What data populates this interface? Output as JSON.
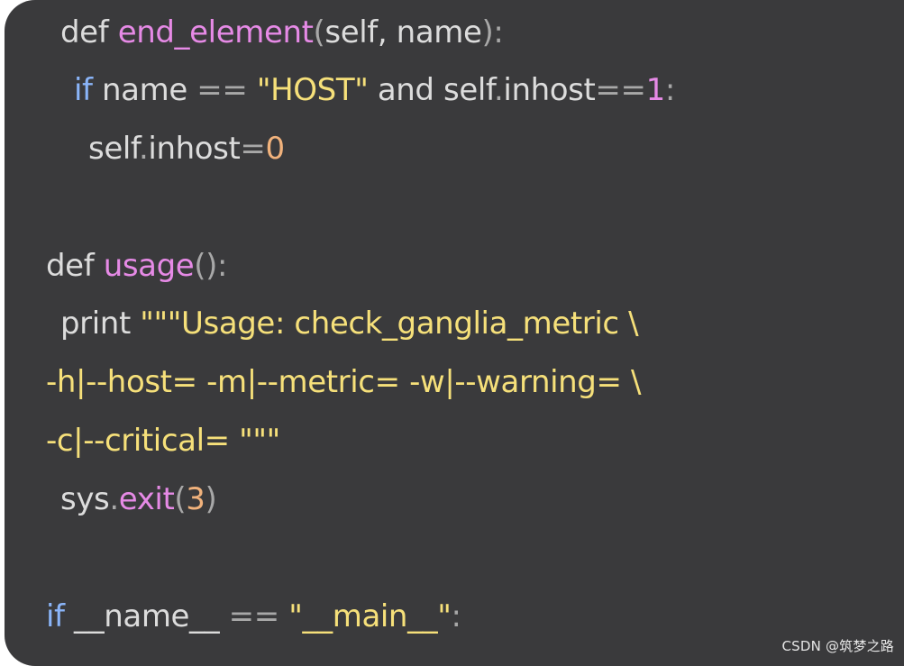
{
  "watermark": "CSDN @筑梦之路",
  "code_lines": [
    {
      "tokens": [
        {
          "t": "def ",
          "k": "plain"
        },
        {
          "t": "end_element",
          "k": "fn"
        },
        {
          "t": "(",
          "k": "punct"
        },
        {
          "t": "self, name",
          "k": "plain"
        },
        {
          "t": "):",
          "k": "punct"
        }
      ]
    },
    {
      "tokens": [
        {
          "t": "if",
          "k": "kw"
        },
        {
          "t": " name ",
          "k": "plain"
        },
        {
          "t": "==",
          "k": "op"
        },
        {
          "t": " ",
          "k": "plain"
        },
        {
          "t": "\"HOST\"",
          "k": "str"
        },
        {
          "t": " and self",
          "k": "plain"
        },
        {
          "t": ".",
          "k": "punct"
        },
        {
          "t": "inhost",
          "k": "plain"
        },
        {
          "t": "==",
          "k": "op"
        },
        {
          "t": "1",
          "k": "numpk"
        },
        {
          "t": ":",
          "k": "punct"
        }
      ]
    },
    {
      "tokens": [
        {
          "t": "self",
          "k": "plain"
        },
        {
          "t": ".",
          "k": "punct"
        },
        {
          "t": "inhost",
          "k": "plain"
        },
        {
          "t": "=",
          "k": "op"
        },
        {
          "t": "0",
          "k": "num"
        }
      ]
    },
    {
      "tokens": []
    },
    {
      "tokens": [
        {
          "t": "def ",
          "k": "plain"
        },
        {
          "t": "usage",
          "k": "fn"
        },
        {
          "t": "():",
          "k": "punct"
        }
      ]
    },
    {
      "tokens": [
        {
          "t": "print ",
          "k": "plain"
        },
        {
          "t": "\"\"\"Usage: check_ganglia_metric \\",
          "k": "str"
        }
      ]
    },
    {
      "tokens": [
        {
          "t": "-h|--host= -m|--metric= -w|--warning= \\",
          "k": "str"
        }
      ]
    },
    {
      "tokens": [
        {
          "t": "-c|--critical= \"\"\"",
          "k": "str"
        }
      ]
    },
    {
      "tokens": [
        {
          "t": "sys",
          "k": "plain"
        },
        {
          "t": ".",
          "k": "punct"
        },
        {
          "t": "exit",
          "k": "attr"
        },
        {
          "t": "(",
          "k": "punct"
        },
        {
          "t": "3",
          "k": "num"
        },
        {
          "t": ")",
          "k": "punct"
        }
      ]
    },
    {
      "tokens": []
    },
    {
      "tokens": [
        {
          "t": "if",
          "k": "kw"
        },
        {
          "t": " __name__ ",
          "k": "plain"
        },
        {
          "t": "==",
          "k": "op"
        },
        {
          "t": " ",
          "k": "plain"
        },
        {
          "t": "\"__main__\"",
          "k": "str"
        },
        {
          "t": ":",
          "k": "punct"
        }
      ]
    }
  ]
}
